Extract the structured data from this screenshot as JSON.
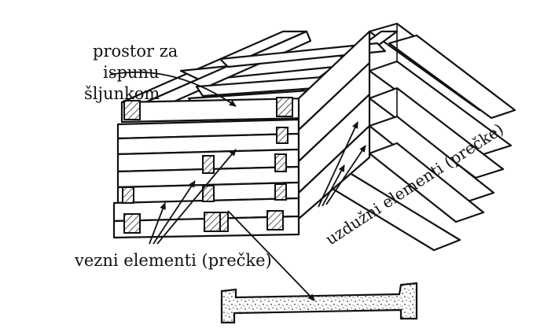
{
  "labels": {
    "fill_space": [
      "prostor za",
      "ispunu",
      "šljunkom"
    ],
    "longitudinal": "uzdužni elementi (prečke)",
    "connecting": "vezni elementi (prečke)"
  },
  "colors": {
    "line": "#111111",
    "background": "#ffffff"
  }
}
